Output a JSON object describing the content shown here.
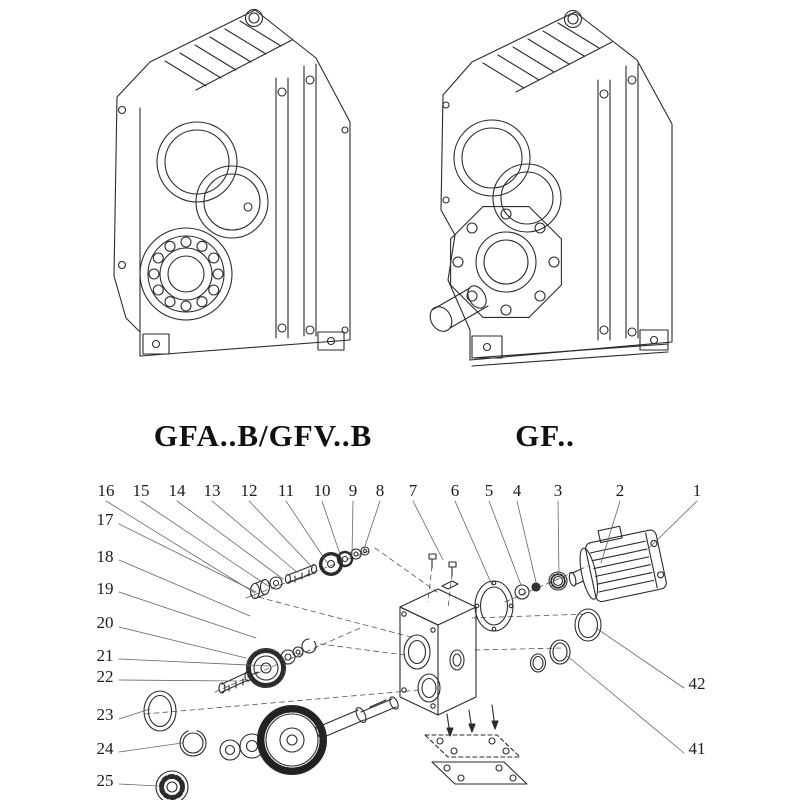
{
  "page": {
    "background": "#ffffff",
    "ink": "#2b2b2b",
    "leader_color": "#666666"
  },
  "models": {
    "left": "GFA..B/GFV..B",
    "right": "GF.."
  },
  "callouts": {
    "top": [
      "16",
      "15",
      "14",
      "13",
      "12",
      "11",
      "10",
      "9",
      "8",
      "7",
      "6",
      "5",
      "4",
      "3",
      "2",
      "1"
    ],
    "left": [
      "17",
      "18",
      "19",
      "20",
      "21",
      "22",
      "23",
      "24",
      "25"
    ],
    "right": [
      "42",
      "41"
    ]
  },
  "icons": {
    "gearbox_left": "isometric-gear-reducer-hollow-shaft",
    "gearbox_right": "isometric-gear-reducer-flange-output-shaft",
    "exploded": "exploded-parts-view"
  }
}
